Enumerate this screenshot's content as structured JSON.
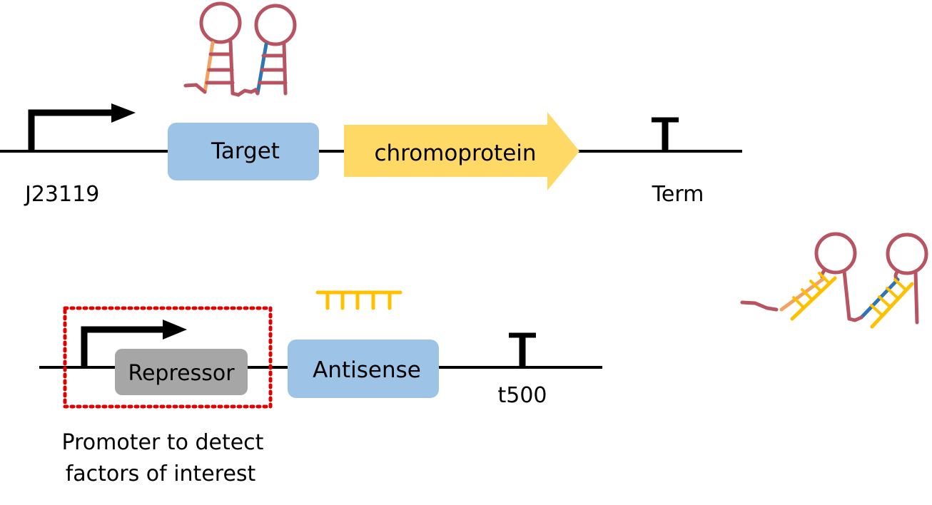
{
  "construct1": {
    "promoter_label": "J23119",
    "target_label": "Target",
    "reporter_label": "chromoprotein",
    "terminator_label": "Term"
  },
  "construct2": {
    "repressor_label": "Repressor",
    "antisense_label": "Antisense",
    "terminator_label": "t500",
    "promoter_note_line1": "Promoter to detect",
    "promoter_note_line2": "factors of interest"
  },
  "colors": {
    "dna_line": "#000000",
    "target_box": "#9DC3E6",
    "antisense_box": "#9DC3E6",
    "chromoprotein_arrow": "#FFD966",
    "repressor_box": "#A6A6A6",
    "rna_hairpin": "#B85462",
    "toehold_orange": "#F4A261",
    "toehold_blue": "#2E75B6",
    "antisense_rna": "#FFC000",
    "detection_box_border": "#E00000"
  }
}
